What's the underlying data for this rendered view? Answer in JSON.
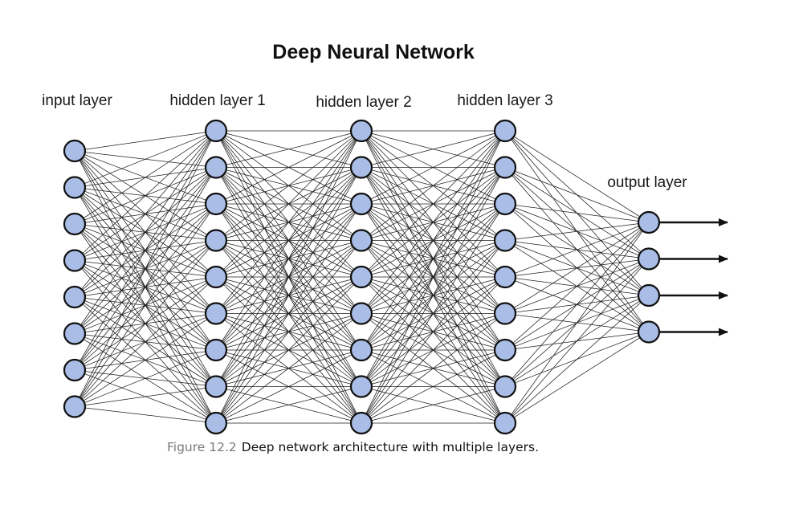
{
  "title": "Deep Neural Network",
  "layers": [
    {
      "label": "input layer",
      "nodes": 8
    },
    {
      "label": "hidden layer 1",
      "nodes": 9
    },
    {
      "label": "hidden layer 2",
      "nodes": 9
    },
    {
      "label": "hidden layer 3",
      "nodes": 9
    },
    {
      "label": "output layer",
      "nodes": 4
    }
  ],
  "outputs": 4,
  "colors": {
    "node_fill": "#a9bde6",
    "node_stroke": "#111111",
    "edge": "#1e1e1e"
  },
  "caption": {
    "number": "Figure 12.2",
    "text": "Deep network architecture with multiple layers."
  }
}
